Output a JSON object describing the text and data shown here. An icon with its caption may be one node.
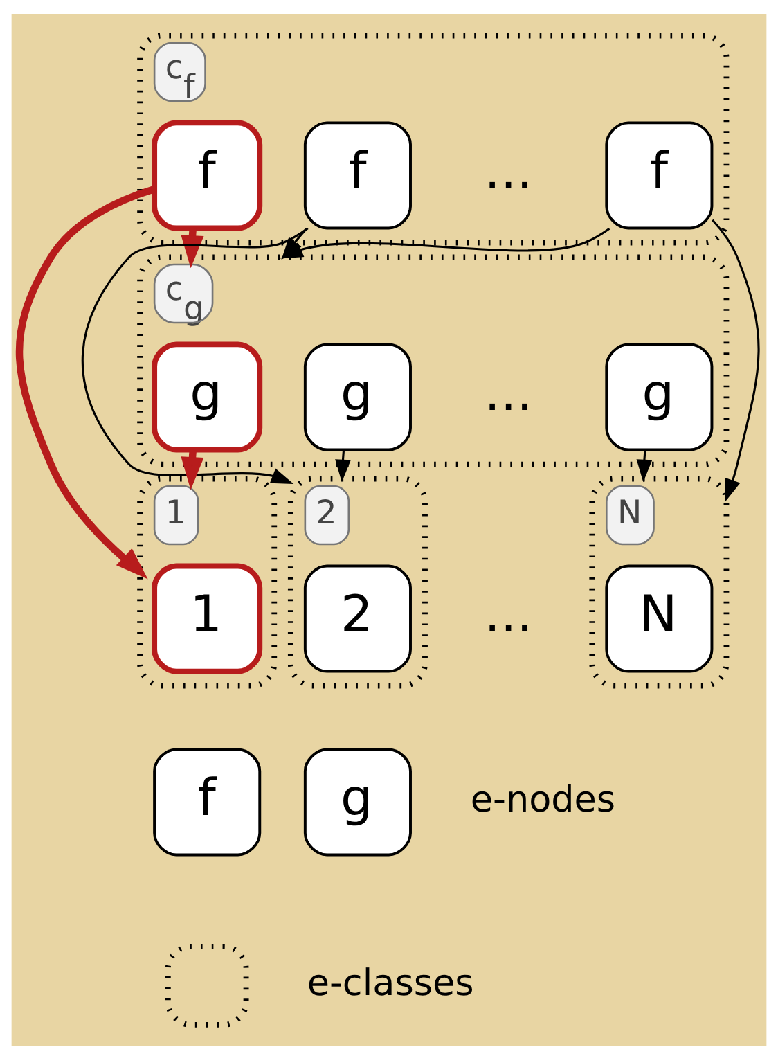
{
  "diagram": {
    "nodes": [
      {
        "text": [
          "c$_{f}$"
        ]
      },
      {
        "text": [
          "f"
        ],
        "in": 0
      },
      {
        "text": [
          "f"
        ],
        "in": 0
      },
      {
        "text": [
          "f"
        ],
        "in": 0
      },
      {
        "text": [
          "c$_{g}$"
        ]
      },
      {
        "text": [
          "g"
        ],
        "in": 4
      },
      {
        "text": [
          "g"
        ],
        "in": 4
      },
      {
        "text": [
          "g"
        ],
        "in": 4
      },
      {
        "text": [
          "1"
        ]
      },
      {
        "text": [
          "1"
        ],
        "in": 8
      },
      {
        "text": [
          "2"
        ]
      },
      {
        "text": [
          "2"
        ],
        "in": 10
      },
      {
        "text": [
          "N"
        ]
      },
      {
        "text": [
          "N"
        ],
        "in": 12
      },
      {
        "text": [
          "f"
        ]
      },
      {
        "text": [
          "g"
        ]
      },
      {
        "text": [],
        "shape": "box"
      }
    ],
    "edges": [
      {
        "from": 1,
        "to": 4,
        "arrow": "to",
        "color": "#b71c1c",
        "style": "thick"
      },
      {
        "from": 1,
        "to": 8,
        "arrow": "to",
        "color": "#b71c1c",
        "style": "thick"
      },
      {
        "from": 2,
        "to": 4,
        "arrow": "to"
      },
      {
        "from": 2,
        "to": 10,
        "arrow": "to"
      },
      {
        "from": 3,
        "to": 4,
        "arrow": "to"
      },
      {
        "from": 3,
        "to": 12,
        "arrow": "to"
      },
      {
        "from": 5,
        "to": 8,
        "arrow": "to",
        "color": "#b71c1c",
        "style": "thick"
      },
      {
        "from": 6,
        "to": 10,
        "arrow": "to"
      },
      {
        "from": 7,
        "to": 12,
        "arrow": "to"
      }
    ],
    "labels": [
      "...",
      "...",
      "..."
    ],
    "legend": [
      {
        "text": "e-nodes"
      },
      {
        "text": "e-classes"
      }
    ]
  }
}
